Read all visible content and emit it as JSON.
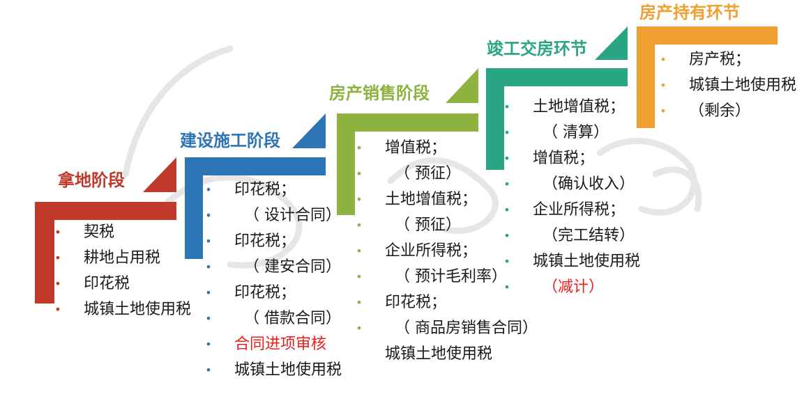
{
  "colors": {
    "red": "#c0392b",
    "blue": "#2e75b6",
    "green": "#8db33e",
    "teal": "#2aa584",
    "orange": "#f0a030",
    "alert_text": "#e8201c",
    "watermark": "#e6e6e6"
  },
  "stages": [
    {
      "title": "拿地阶段",
      "color": "#c0392b",
      "items": [
        {
          "text": "契税"
        },
        {
          "text": "耕地占用税"
        },
        {
          "text": "印花税"
        },
        {
          "text": "城镇土地使用税"
        }
      ]
    },
    {
      "title": "建设施工阶段",
      "color": "#2e75b6",
      "items": [
        {
          "text": "印花税；"
        },
        {
          "text": "  （ 设计合同）"
        },
        {
          "text": "印花税；"
        },
        {
          "text": "  （ 建安合同）"
        },
        {
          "text": "印花税；"
        },
        {
          "text": "  （ 借款合同）"
        },
        {
          "text": "合同进项审核",
          "alert": true
        },
        {
          "text": "城镇土地使用税"
        }
      ]
    },
    {
      "title": "房产销售阶段",
      "color": "#8db33e",
      "items": [
        {
          "text": "增值税；"
        },
        {
          "text": "  （ 预征）"
        },
        {
          "text": "土地增值税；"
        },
        {
          "text": "  （ 预征）"
        },
        {
          "text": "企业所得税；"
        },
        {
          "text": "  （ 预计毛利率）"
        },
        {
          "text": "印花税；"
        },
        {
          "text": "  （ 商品房销售合同）"
        },
        {
          "text": "城镇土地使用税",
          "no_bullet": true
        }
      ]
    },
    {
      "title": "竣工交房环节",
      "color": "#2aa584",
      "items": [
        {
          "text": "土地增值税；"
        },
        {
          "text": "  （ 清算）"
        },
        {
          "text": "增值税；"
        },
        {
          "text": "  （确认收入）"
        },
        {
          "text": "企业所得税；"
        },
        {
          "text": "  （完工结转）"
        },
        {
          "text": "城镇土地使用税"
        },
        {
          "text": "  （减计）",
          "alert": true
        }
      ]
    },
    {
      "title": "房产持有环节",
      "color": "#f0a030",
      "items": [
        {
          "text": "房产税；"
        },
        {
          "text": "城镇土地使用税"
        },
        {
          "text": "（剩余）"
        }
      ]
    }
  ]
}
